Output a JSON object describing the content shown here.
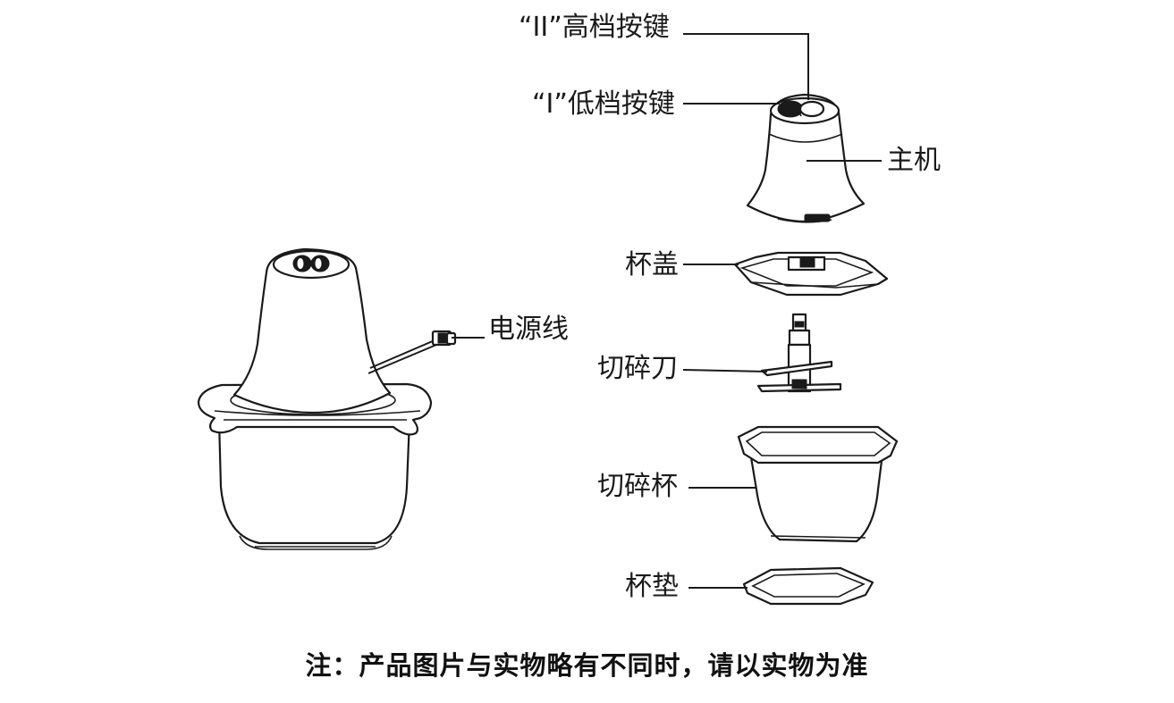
{
  "labels": {
    "high_button": "“II”高档按键",
    "low_button": "“I”低档按键",
    "main_unit": "主机",
    "power_cord": "电源线",
    "cup_lid": "杯盖",
    "blade": "切碎刀",
    "chopping_cup": "切碎杯",
    "cup_pad": "杯垫"
  },
  "note": "注：产品图片与实物略有不同时，请以实物为准"
}
